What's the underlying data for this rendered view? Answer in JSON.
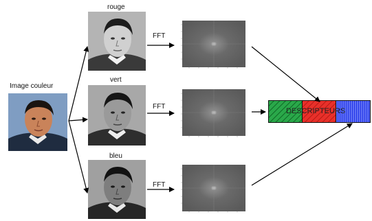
{
  "diagram": {
    "input_label": "Image couleur",
    "channels": [
      {
        "id": "red",
        "label": "rouge",
        "fft_label": "FFT"
      },
      {
        "id": "green",
        "label": "vert",
        "fft_label": "FFT"
      },
      {
        "id": "blue",
        "label": "bleu",
        "fft_label": "FFT"
      }
    ],
    "descriptor_label": "DESCRIPTEURS",
    "colors": {
      "red_block": "#e8302a",
      "green_block": "#2aa84a",
      "blue_block": "#2438e8",
      "background": "#ffffff"
    },
    "icons": [
      "face-photo-color",
      "face-photo-grayscale",
      "fft-spectrum"
    ]
  }
}
